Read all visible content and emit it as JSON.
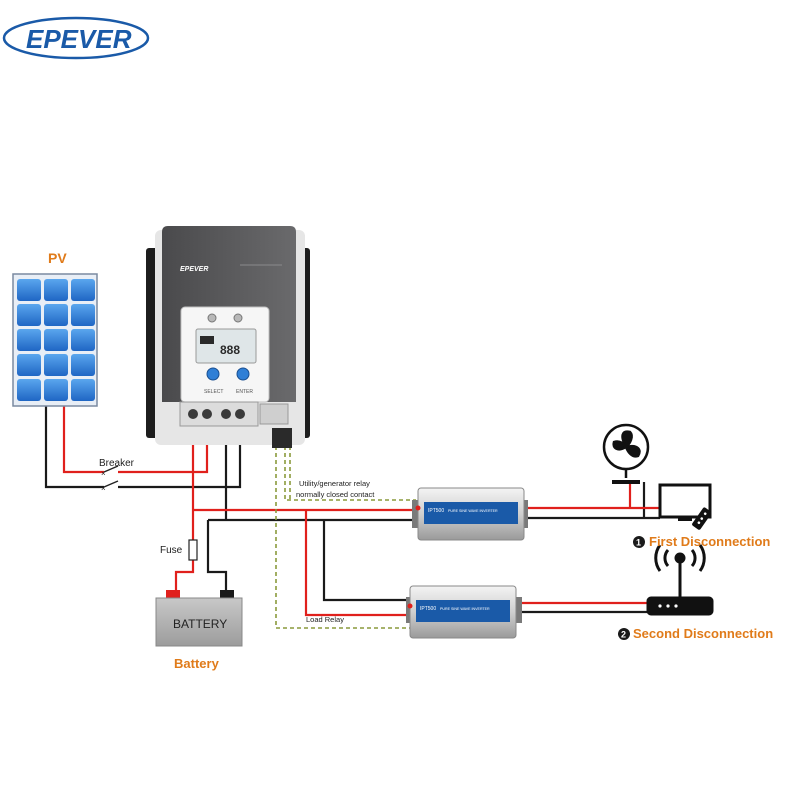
{
  "brand": {
    "name": "EPEVER",
    "color": "#1a5aa8"
  },
  "labels": {
    "pv": "PV",
    "breaker": "Breaker",
    "fuse": "Fuse",
    "battery_box": "BATTERY",
    "battery": "Battery",
    "relay_note_1": "Utility/generator relay",
    "relay_note_2": "normally closed contact",
    "load_relay": "Load Relay",
    "first_disconnection": "First Disconnection",
    "second_disconnection": "Second Disconnection",
    "first_num": "1",
    "second_num": "2"
  },
  "controller": {
    "brand": "EPEVER",
    "lcd_text": "888",
    "button_select": "SELECT",
    "button_enter": "ENTER"
  },
  "inverters": [
    {
      "model": "IPT500",
      "desc": "PURE SINE WAVE INVERTER"
    },
    {
      "model": "IPT500",
      "desc": "PURE SINE WAVE INVERTER"
    }
  ],
  "loads": {
    "first": [
      "fan-icon",
      "tv-icon"
    ],
    "second": [
      "router-icon"
    ]
  },
  "colors": {
    "positive": "#e0201c",
    "negative": "#1a1a1a",
    "relay": "#8a9a3c",
    "accent_orange": "#e07b1a",
    "panel_blue": "#2f7fd6"
  }
}
